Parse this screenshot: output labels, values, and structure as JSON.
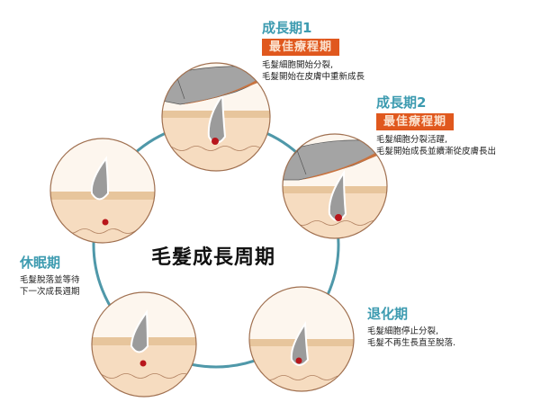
{
  "title": "毛髮成長周期",
  "colors": {
    "ring": "#4f98a9",
    "badge_bg": "#e0581e",
    "stage_title": "#3d9bb0",
    "skin_top": "#fdf6ee",
    "skin_band": "#e7c59c",
    "skin_body": "#f6dcc0",
    "circle_border": "#a07050",
    "hair": "#9b9b9b",
    "follicle_dot": "#b8161c",
    "laser_device": "#a4a4a4",
    "laser_tip": "#c9733f"
  },
  "stages": [
    {
      "id": "anagen-1",
      "title": "成長期1",
      "badge": "最佳療程期",
      "desc": [
        "毛髮細胞開始分裂,",
        "毛髮開始在皮膚中重新成長"
      ],
      "has_laser": true
    },
    {
      "id": "anagen-2",
      "title": "成長期2",
      "badge": "最佳療程期",
      "desc": [
        "毛髮細胞分裂活躍,",
        "毛髮開始成長並續漸從皮膚長出"
      ],
      "has_laser": true
    },
    {
      "id": "catagen",
      "title": "退化期",
      "desc": [
        "毛髮細胞停止分裂,",
        "毛髮不再生長直至脫落."
      ],
      "has_laser": false
    },
    {
      "id": "telogen-bottom",
      "title": "",
      "desc": [],
      "has_laser": false
    },
    {
      "id": "telogen",
      "title": "休眠期",
      "desc": [
        "毛髮脫落並等待",
        "下一次成長週期"
      ],
      "has_laser": false
    }
  ]
}
